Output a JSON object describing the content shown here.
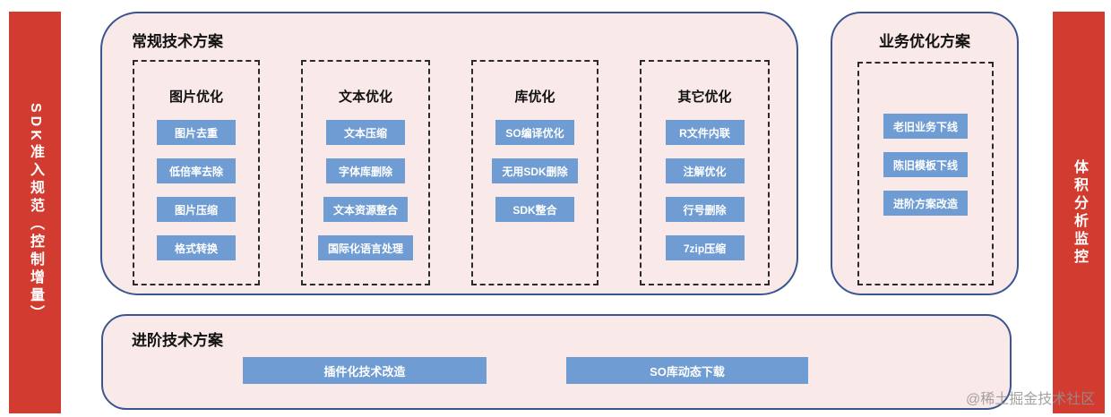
{
  "colors": {
    "rail_red": "#d23b30",
    "panel_background": "#f9e9e9",
    "panel_border_blue": "#3b5591",
    "node_blue": "#6f9cd3",
    "dashed_border": "#2b2b2b"
  },
  "left_rail": {
    "label": "SDK准入规范（控制增量）"
  },
  "right_rail": {
    "label": "体积分析监控"
  },
  "regular": {
    "title": "常规技术方案",
    "columns": [
      {
        "title": "图片优化",
        "items": [
          "图片去重",
          "低倍率去除",
          "图片压缩",
          "格式转换"
        ]
      },
      {
        "title": "文本优化",
        "items": [
          "文本压缩",
          "字体库删除",
          "文本资源整合",
          "国际化语言处理"
        ]
      },
      {
        "title": "库优化",
        "items": [
          "SO编译优化",
          "无用SDK删除",
          "SDK整合"
        ]
      },
      {
        "title": "其它优化",
        "items": [
          "R文件内联",
          "注解优化",
          "行号删除",
          "7zip压缩"
        ]
      }
    ]
  },
  "business": {
    "title": "业务优化方案",
    "items": [
      "老旧业务下线",
      "陈旧模板下线",
      "进阶方案改造"
    ]
  },
  "advanced": {
    "title": "进阶技术方案",
    "items": [
      "插件化技术改造",
      "SO库动态下载"
    ]
  },
  "watermark": "@稀土掘金技术社区"
}
